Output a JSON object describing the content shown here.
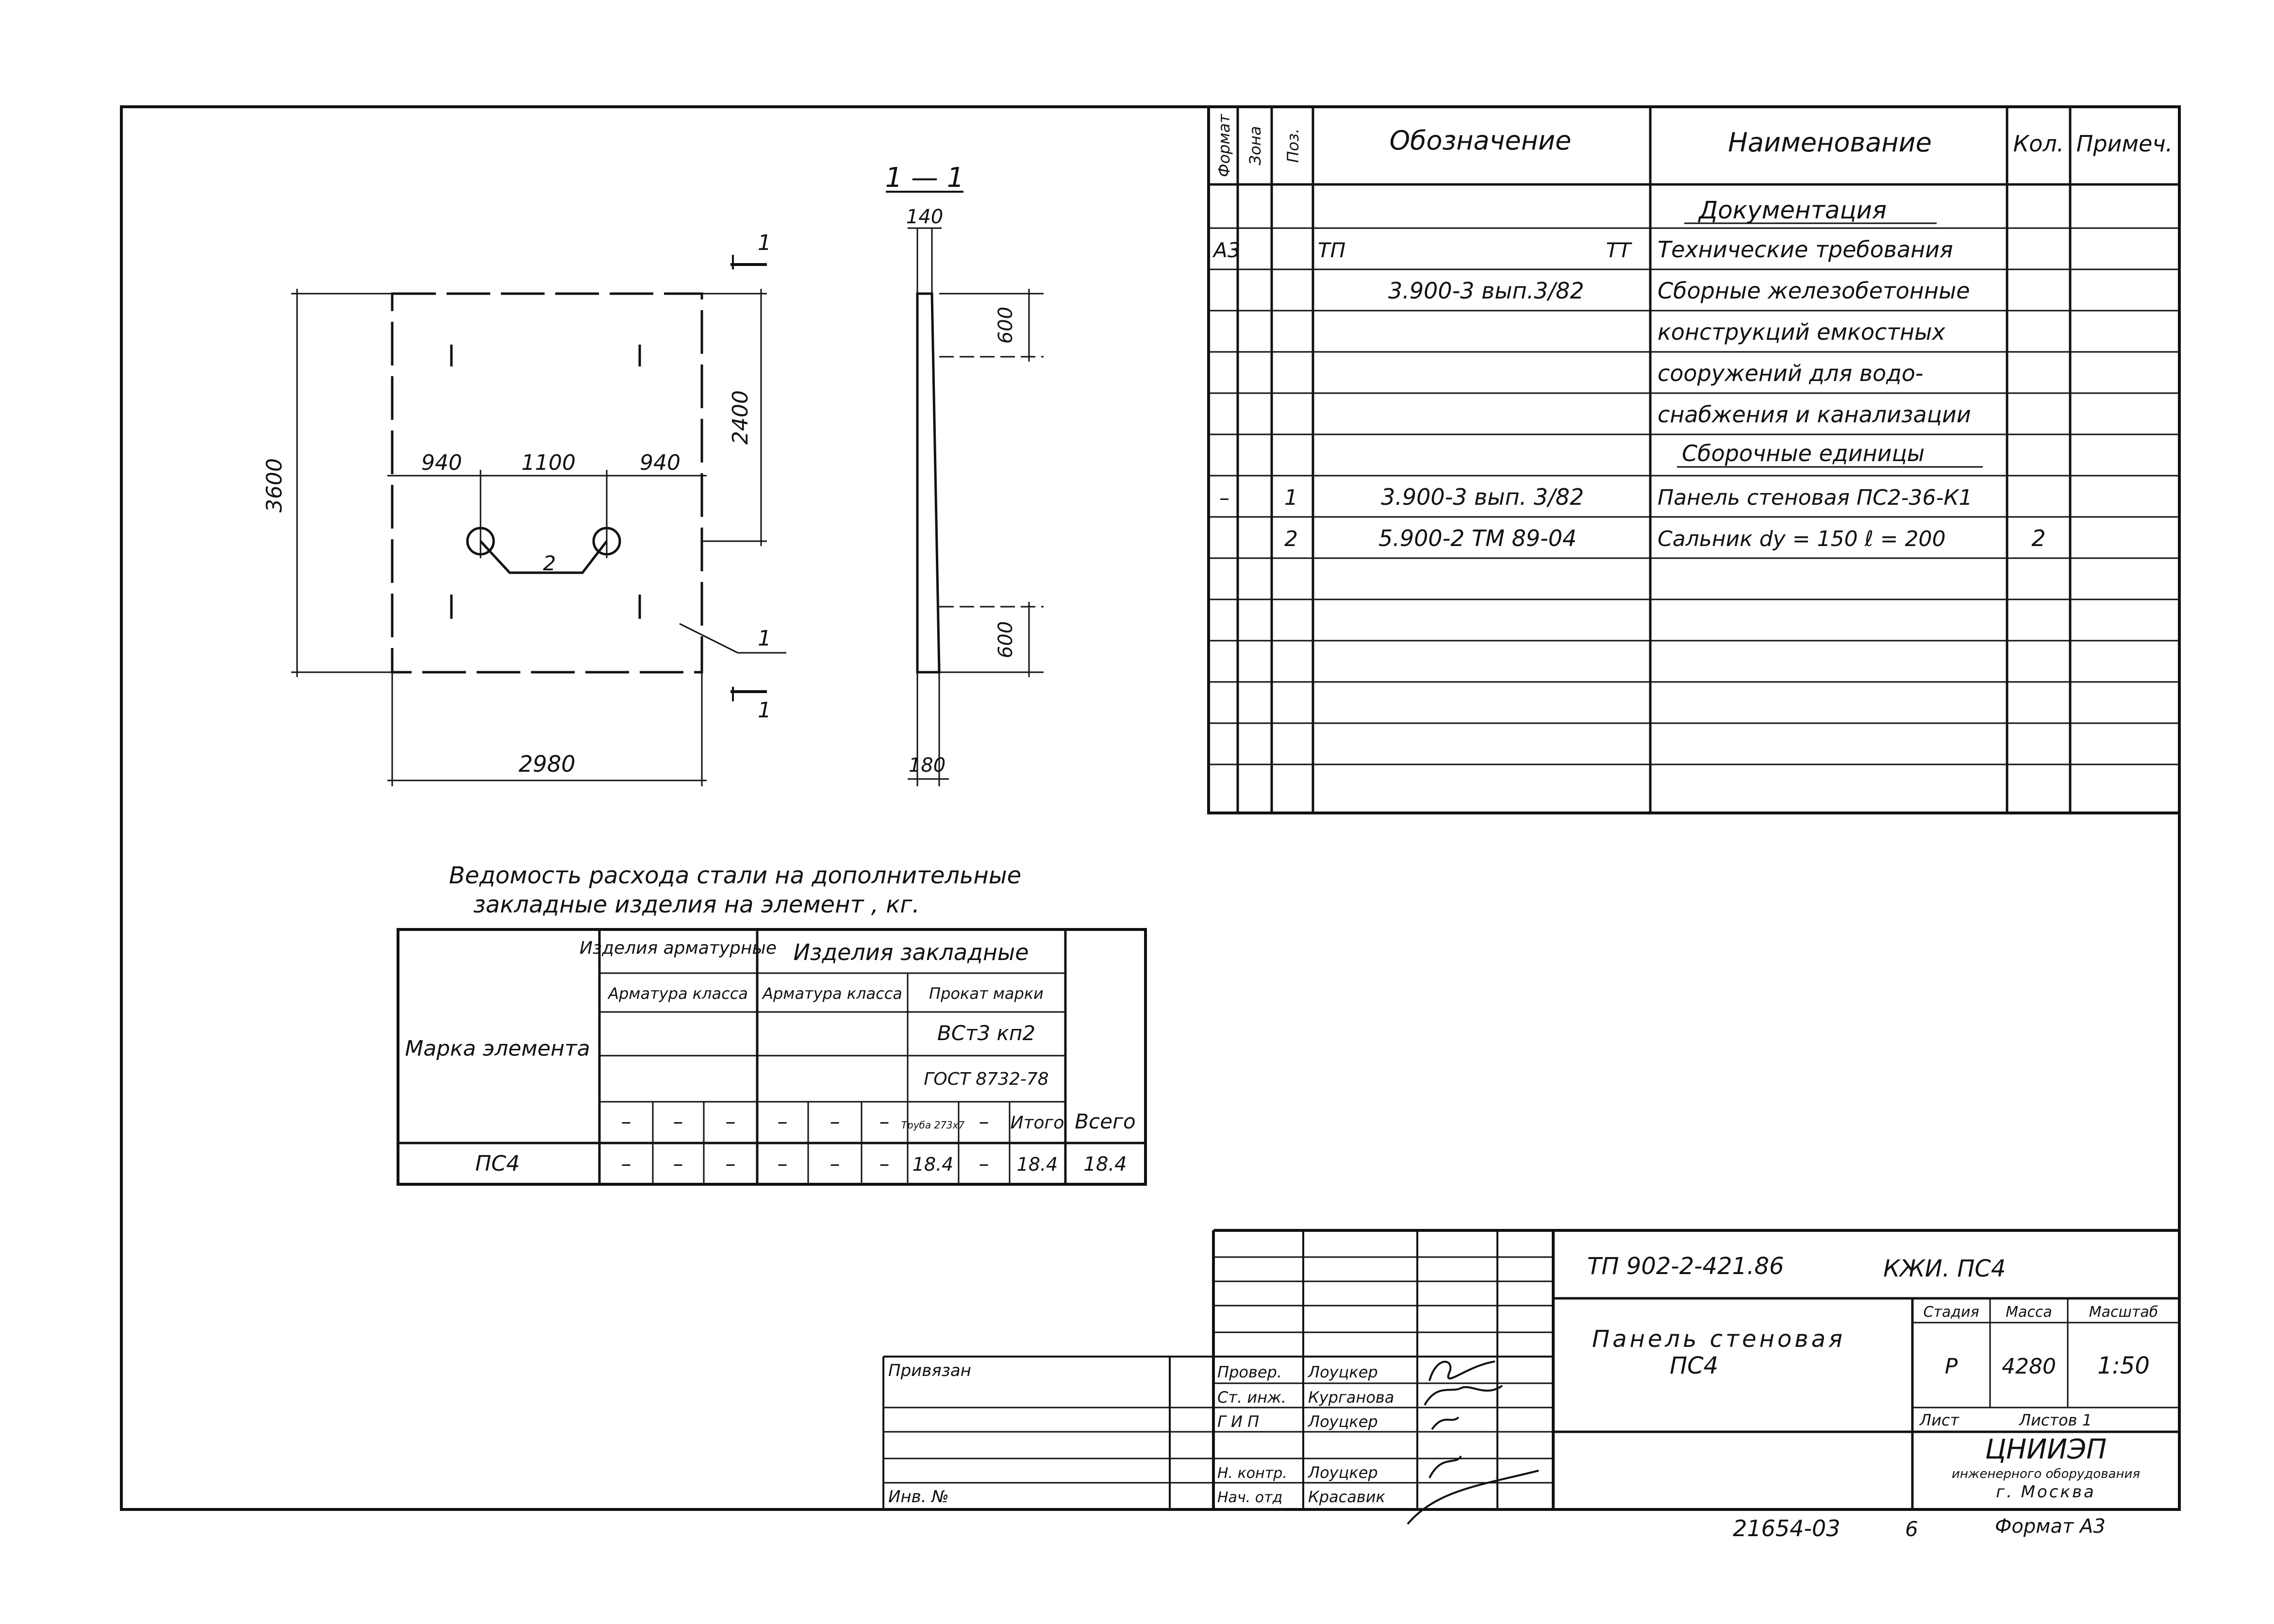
{
  "section": {
    "label": "1 — 1",
    "thickness_top": "140",
    "thickness_bottom": "180",
    "dim_top": "600",
    "dim_bottom": "600"
  },
  "front": {
    "height": "3600",
    "upper_height": "2400",
    "dim_left": "940",
    "dim_mid": "1100",
    "dim_right": "940",
    "width": "2980",
    "item_2": "2",
    "item_1": "1",
    "cut_top": "1",
    "cut_bottom": "1"
  },
  "spec": {
    "headers": [
      "Формат",
      "Зона",
      "Поз.",
      "Обозначение",
      "Наименование",
      "Кол.",
      "Примеч."
    ],
    "rows": [
      {
        "format": "",
        "zone": "",
        "pos": "",
        "desig": "",
        "name": "Документация",
        "qty": "",
        "note": ""
      },
      {
        "format": "А3",
        "zone": "",
        "pos": "",
        "desig_a": "ТП",
        "desig": "ТТ",
        "name": "Технические требования",
        "qty": "",
        "note": ""
      },
      {
        "format": "",
        "zone": "",
        "pos": "",
        "desig": "3.900-3 вып.3/82",
        "name": "Сборные железобетонные",
        "qty": "",
        "note": ""
      },
      {
        "format": "",
        "zone": "",
        "pos": "",
        "desig": "",
        "name": "конструкций емкостных",
        "qty": "",
        "note": ""
      },
      {
        "format": "",
        "zone": "",
        "pos": "",
        "desig": "",
        "name": "сооружений для водо-",
        "qty": "",
        "note": ""
      },
      {
        "format": "",
        "zone": "",
        "pos": "",
        "desig": "",
        "name": "снабжения и канализации",
        "qty": "",
        "note": ""
      },
      {
        "format": "",
        "zone": "",
        "pos": "",
        "desig": "",
        "name": "Сборочные единицы",
        "qty": "",
        "note": ""
      },
      {
        "format": "–",
        "zone": "",
        "pos": "1",
        "desig": "3.900-3 вып. 3/82",
        "name": "Панель стеновая ПС2-36-К1",
        "qty": "",
        "note": ""
      },
      {
        "format": "",
        "zone": "",
        "pos": "2",
        "desig": "5.900-2 ТМ 89-04",
        "name": "Сальник dy = 150 ℓ = 200",
        "qty": "2",
        "note": ""
      }
    ]
  },
  "steel": {
    "title_1": "Ведомость расхода стали на дополнительные",
    "title_2": "закладные изделия на элемент , кг.",
    "h_group1": "Изделия арматурные",
    "h_group2": "Изделия закладные",
    "h_arm1": "Арматура класса",
    "h_arm2": "Арматура класса",
    "h_prokat": "Прокат марки",
    "h_mark": "Марка элемента",
    "h_steel": "ВСт3 кп2",
    "h_gost": "ГОСТ 8732-78",
    "h_pipe": "Труба 273х7",
    "h_itogo": "Итого",
    "h_vsego": "Всего",
    "dash": "–",
    "row_mark": "ПС4",
    "row_pipe": "18.4",
    "row_itogo": "18.4",
    "row_vsego": "18.4"
  },
  "title_block": {
    "doc_code": "ТП 902-2-421.86",
    "doc_mark": "КЖИ. ПС4",
    "name_1": "Панель стеновая",
    "name_2": "ПС4",
    "stage_label": "Стадия",
    "mass_label": "Масса",
    "scale_label": "Масштаб",
    "stage": "Р",
    "mass": "4280",
    "scale": "1:50",
    "sheet_label": "Лист",
    "sheets_label": "Листов 1",
    "org_1": "ЦНИИЭП",
    "org_2": "инженерного оборудования",
    "org_3": "г. Москва",
    "bound_label": "Привязан",
    "inv_label": "Инв. №",
    "roles": [
      "Провер.",
      "Ст. инж.",
      "Г И П",
      "",
      "Н. контр.",
      "Нач. отд"
    ],
    "names": [
      "Лоуцкер",
      "Курганова",
      "Лоуцкер",
      "",
      "Лоуцкер",
      "Красавик"
    ]
  },
  "footer": {
    "number": "21654-03",
    "sheet_no": "6",
    "format": "Формат А3"
  }
}
